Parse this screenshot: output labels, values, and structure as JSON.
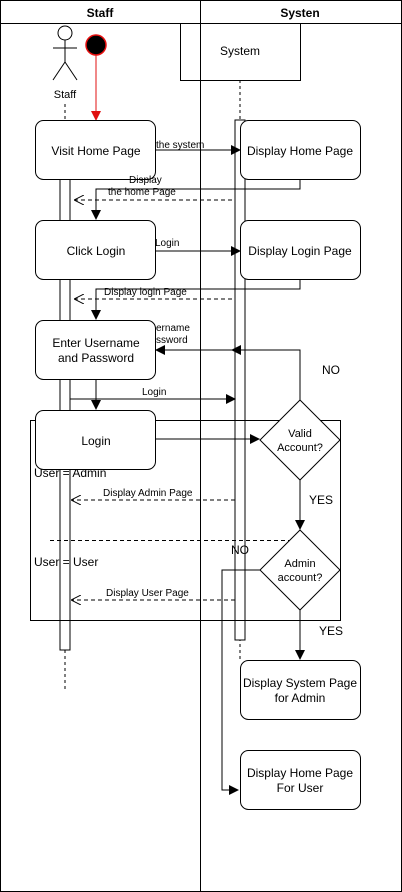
{
  "lanes": {
    "staff": "Staff",
    "system": "Systen"
  },
  "actors": {
    "staff_label": "Staff",
    "system_box": "System"
  },
  "boxes": {
    "visit_home": "Visit Home Page",
    "display_home": "Display Home Page",
    "click_login": "Click Login",
    "display_login": "Display Login Page",
    "enter_creds_1": "Enter Username",
    "enter_creds_2": "and Password",
    "login": "Login",
    "display_system_1": "Display System Page",
    "display_system_2": "for Admin",
    "display_home_user_1": "Display Home Page",
    "display_home_user_2": "For User"
  },
  "decisions": {
    "valid_1": "Valid",
    "valid_2": "Account?",
    "admin_1": "Admin",
    "admin_2": "account?"
  },
  "messages": {
    "the_system": "the system",
    "display_home_1": "Display",
    "display_home_2": "the home Page",
    "login_arrow": "Login",
    "display_login": "Display login Page",
    "username_1": "ername",
    "username_2": "ssword",
    "login_msg": "Login",
    "display_admin": "Display Admin Page",
    "display_user": "Display  User Page"
  },
  "guards": {
    "no_1": "NO",
    "yes_1": "YES",
    "no_2": "NO",
    "yes_2": "YES",
    "user_admin": "User = Admin",
    "user_user": "User = User"
  },
  "colors": {
    "stroke": "#000000",
    "start_node": "#e81010",
    "start_arrow": "#e01010"
  }
}
